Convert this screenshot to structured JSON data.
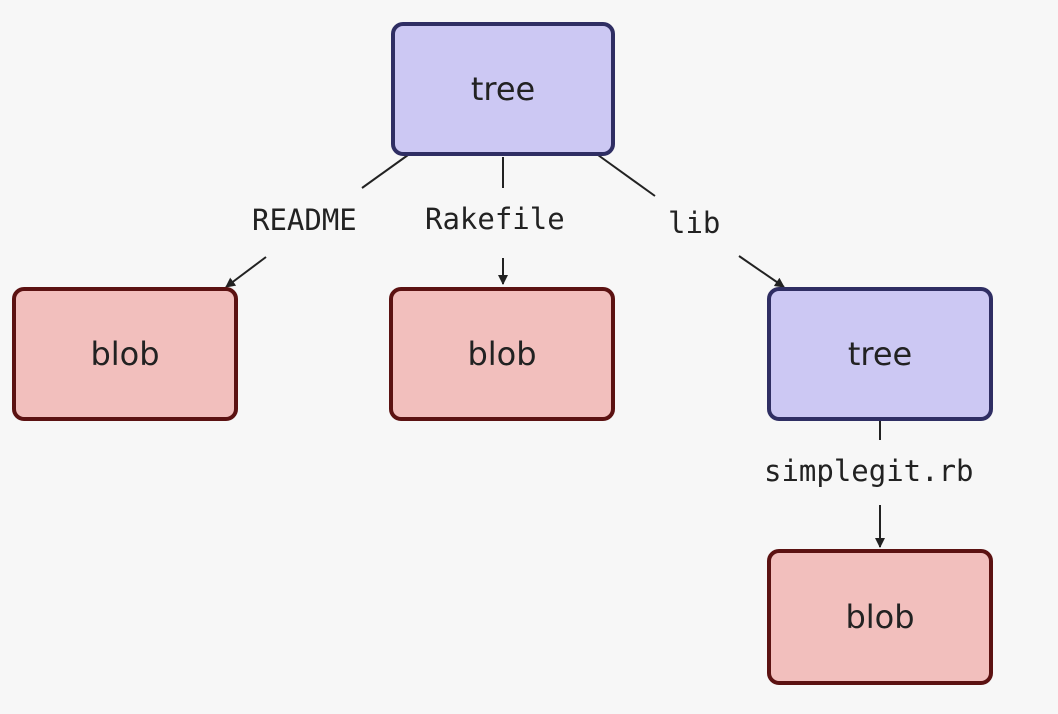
{
  "diagram": {
    "nodes": {
      "root_tree": {
        "label": "tree",
        "kind": "tree"
      },
      "readme_blob": {
        "label": "blob",
        "kind": "blob"
      },
      "rakefile_blob": {
        "label": "blob",
        "kind": "blob"
      },
      "lib_tree": {
        "label": "tree",
        "kind": "tree"
      },
      "simplegit_blob": {
        "label": "blob",
        "kind": "blob"
      }
    },
    "edges": {
      "readme": {
        "label": "README",
        "from": "root_tree",
        "to": "readme_blob"
      },
      "rakefile": {
        "label": "Rakefile",
        "from": "root_tree",
        "to": "rakefile_blob"
      },
      "lib": {
        "label": "lib",
        "from": "root_tree",
        "to": "lib_tree"
      },
      "simplegit": {
        "label": "simplegit.rb",
        "from": "lib_tree",
        "to": "simplegit_blob"
      }
    },
    "colors": {
      "tree_fill": "#ccc8f3",
      "tree_border": "#2f2e63",
      "blob_fill": "#f2bfbd",
      "blob_border": "#5c1212",
      "edge": "#222222",
      "background": "#f7f7f7"
    }
  }
}
